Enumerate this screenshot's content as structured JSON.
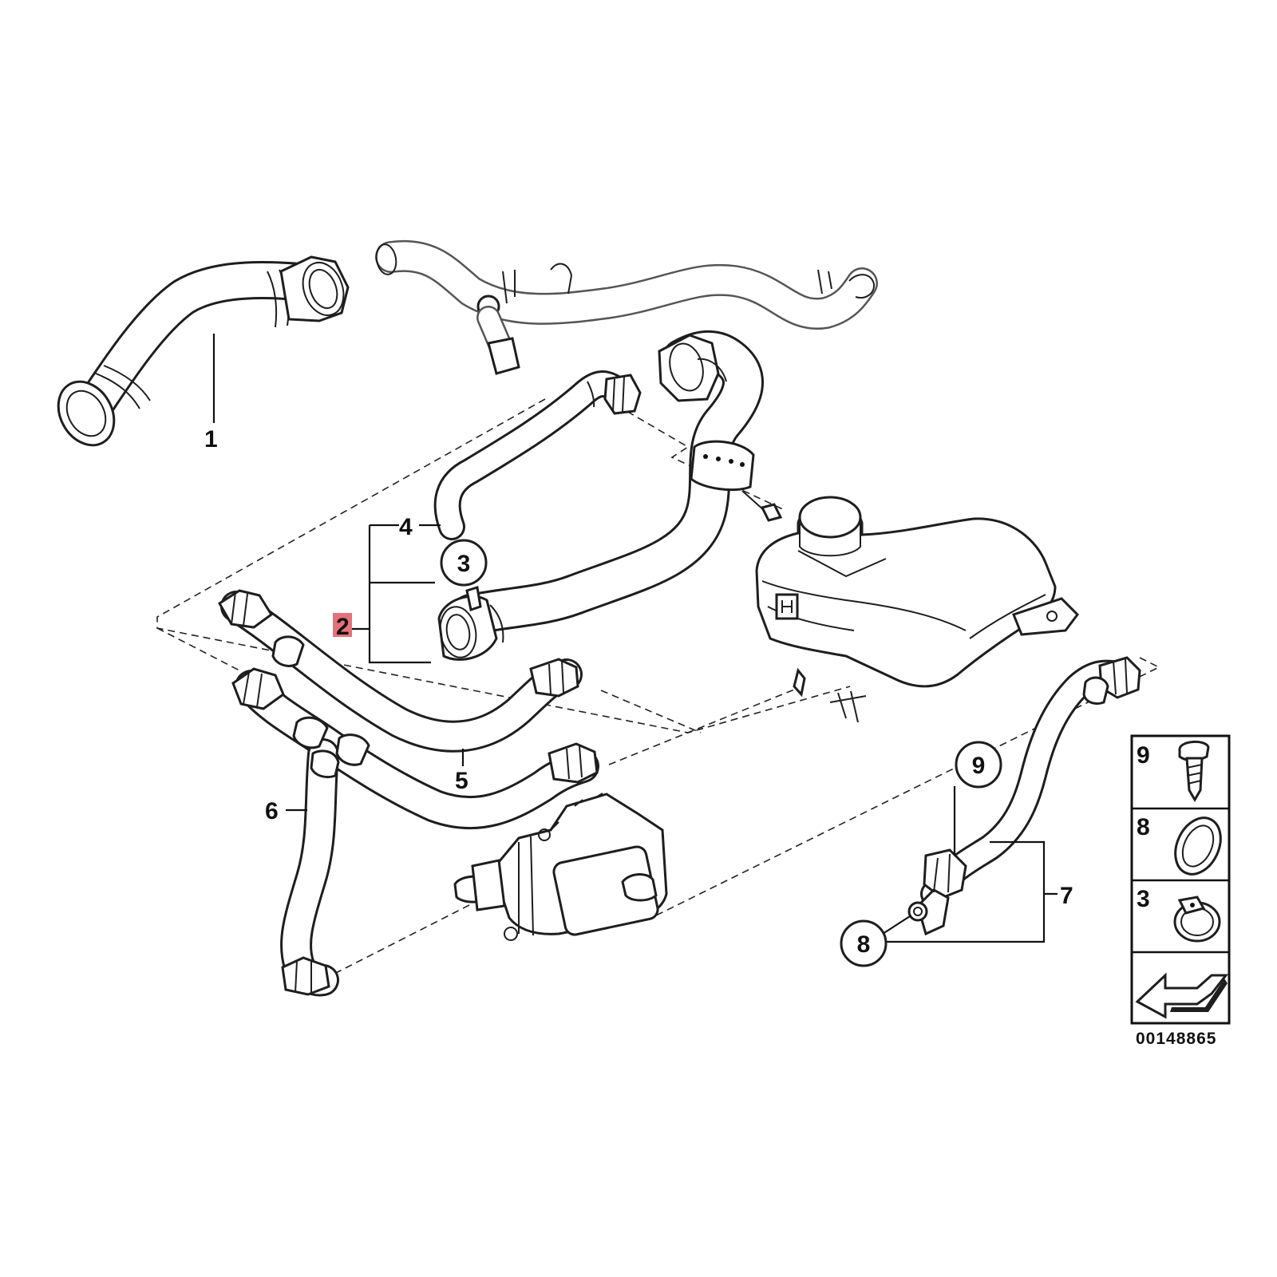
{
  "diagram": {
    "callouts": {
      "c1": "1",
      "c2": "2",
      "c3": "3",
      "c4": "4",
      "c5": "5",
      "c6": "6",
      "c7": "7",
      "c8": "8",
      "c9": "9"
    },
    "highlight_color": "#e8707a",
    "legend": [
      {
        "number": "9",
        "icon": "screw-icon"
      },
      {
        "number": "8",
        "icon": "seal-ring-icon"
      },
      {
        "number": "3",
        "icon": "hose-clamp-icon"
      },
      {
        "number": "",
        "icon": "arrow-plate-icon"
      }
    ],
    "diagram_code": "00148865"
  }
}
